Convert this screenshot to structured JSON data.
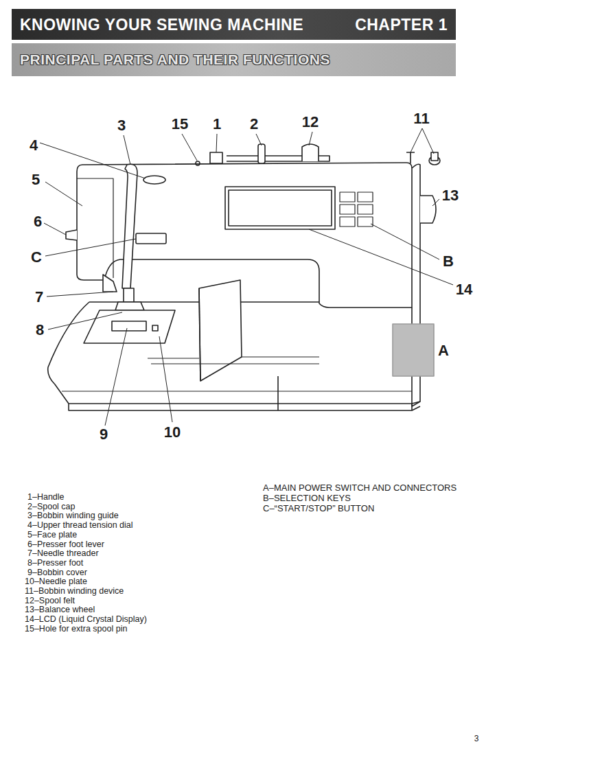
{
  "diagram": {
    "nodes": [
      {
        "text": [
          "KNOWING YOUR SEWING MACHINE",
          "CHAPTER 1"
        ]
      },
      {
        "text": [
          "PRINCIPAL PARTS AND THEIR FUNCTIONS"
        ]
      }
    ],
    "labels": [
      "3",
      "15",
      "1",
      "2",
      "12",
      "11",
      "4",
      "5",
      "13",
      "6",
      "C",
      "B",
      "7",
      "14",
      "8",
      "A",
      "9",
      "10",
      "1–Handle",
      "2–Spool cap",
      "3–Bobbin winding guide",
      "4–Upper thread tension dial",
      "5–Face plate",
      "6–Presser foot lever",
      "7–Needle threader",
      "8–Presser foot",
      "9–Bobbin cover",
      "10–Needle plate",
      "11–Bobbin winding device",
      "12–Spool felt",
      "13–Balance wheel",
      "14–LCD (Liquid Crystal Display)",
      "15–Hole for extra spool pin",
      "A–MAIN POWER SWITCH AND CONNECTORS",
      "B–SELECTION KEYS",
      "C–“START/STOP” BUTTON",
      "3"
    ]
  }
}
